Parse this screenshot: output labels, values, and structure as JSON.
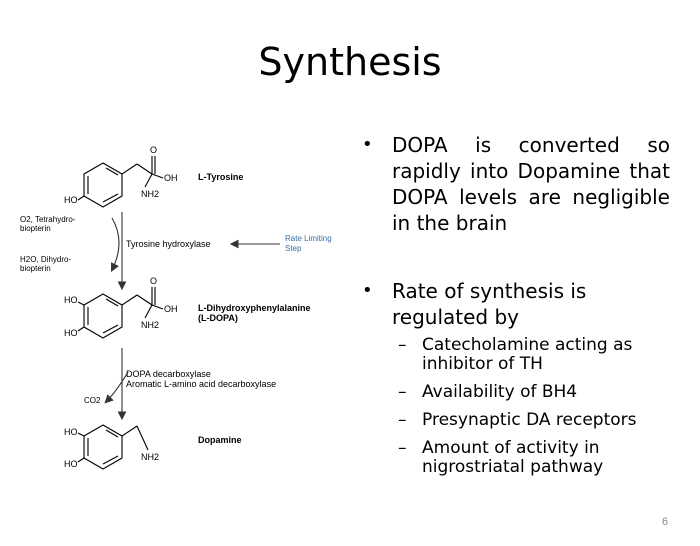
{
  "slide": {
    "title": "Synthesis",
    "page_number": "6"
  },
  "pathway": {
    "tyrosine": {
      "name": "L-Tyrosine",
      "groups": {
        "o": "O",
        "oh": "OH",
        "ho": "HO",
        "nh2": "NH2"
      }
    },
    "step1": {
      "enzyme": "Tyrosine hydroxylase",
      "cofactor_in_line1": "O2, Tetrahydro-",
      "cofactor_in_line2": "biopterin",
      "cofactor_out_line1": "H2O, Dihydro-",
      "cofactor_out_line2": "biopterin",
      "annotation_line1": "Rate Limiting",
      "annotation_line2": "Step",
      "annotation_color": "#3b6ea5"
    },
    "dopa": {
      "name_line1": "L-Dihydroxyphenylalanine",
      "name_line2": "(L-DOPA)",
      "groups": {
        "o": "O",
        "oh": "OH",
        "ho1": "HO",
        "ho2": "HO",
        "nh2": "NH2"
      }
    },
    "step2": {
      "enzyme_line1": "DOPA decarboxylase",
      "enzyme_line2": "Aromatic L-amino acid decarboxylase",
      "byproduct": "CO2"
    },
    "dopamine": {
      "name": "Dopamine",
      "groups": {
        "ho1": "HO",
        "ho2": "HO",
        "nh2": "NH2"
      }
    }
  },
  "bullets": [
    {
      "text": "DOPA is converted so rapidly into Dopamine that DOPA levels are negligible in the brain"
    },
    {
      "text": "Rate of synthesis is regulated by"
    }
  ],
  "sub_bullets": [
    {
      "text": "Catecholamine acting as inhibitor of TH"
    },
    {
      "text": "Availability of BH4"
    },
    {
      "text": "Presynaptic DA receptors"
    },
    {
      "text": "Amount of activity in nigrostriatal pathway"
    }
  ]
}
